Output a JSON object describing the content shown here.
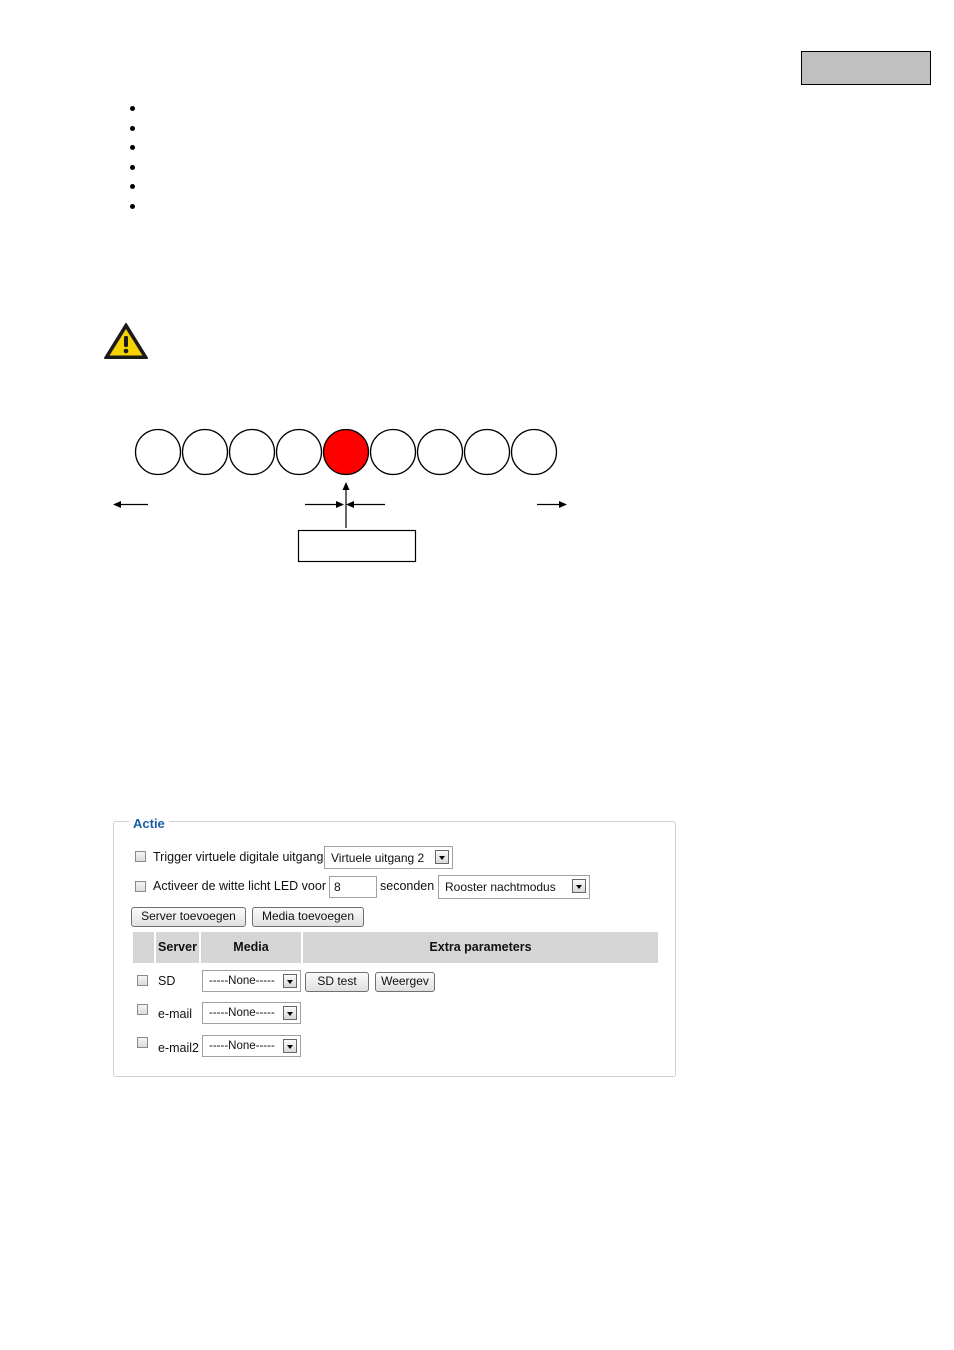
{
  "diagram": {
    "circle_count": 9,
    "highlighted_index": 4,
    "highlight_color": "#ff0000"
  },
  "actie": {
    "legend": "Actie",
    "trigger_label": "Trigger virtuele digitale uitgang",
    "trigger_select": "Virtuele uitgang 2",
    "activate_label": "Activeer de witte licht LED voor",
    "activate_seconds_value": "8",
    "seconds_label": "seconden",
    "schedule_select": "Rooster nachtmodus",
    "add_server_button": "Server toevoegen",
    "add_media_button": "Media toevoegen",
    "table": {
      "headers": [
        "Server",
        "Media",
        "Extra parameters"
      ],
      "rows": [
        {
          "server": "SD",
          "media": "-----None-----",
          "buttons": [
            "SD test",
            "Weergev"
          ]
        },
        {
          "server": "e-mail",
          "media": "-----None-----",
          "buttons": []
        },
        {
          "server": "e-mail2",
          "media": "-----None-----",
          "buttons": []
        }
      ]
    }
  },
  "colors": {
    "accent_blue": "#1a5fa8",
    "header_gray": "#c0c0c0",
    "warning_yellow": "#f5d300"
  }
}
